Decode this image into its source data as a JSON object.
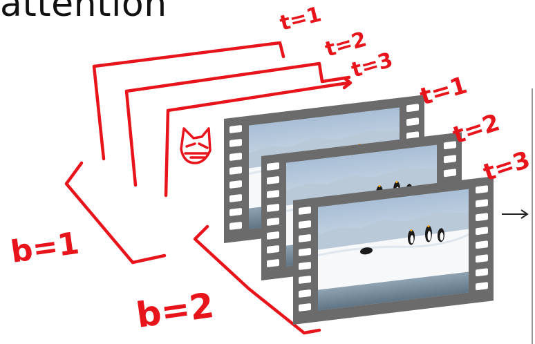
{
  "title": "attention",
  "annotations": {
    "ann_t1_a": "t=1",
    "ann_t2_a": "t=2",
    "ann_t3_a": "t=3",
    "ann_t1_b": "t=1",
    "ann_t2_b": "t=2",
    "ann_t3_b": "t=3",
    "batch_1": "b=1",
    "batch_2": "b=2"
  },
  "colors": {
    "ink": "#e8141b",
    "film": "#6b6b6b",
    "sprocket": "#ffffff"
  },
  "icons": [
    "cat-doodle-icon",
    "arrow-right-icon"
  ]
}
